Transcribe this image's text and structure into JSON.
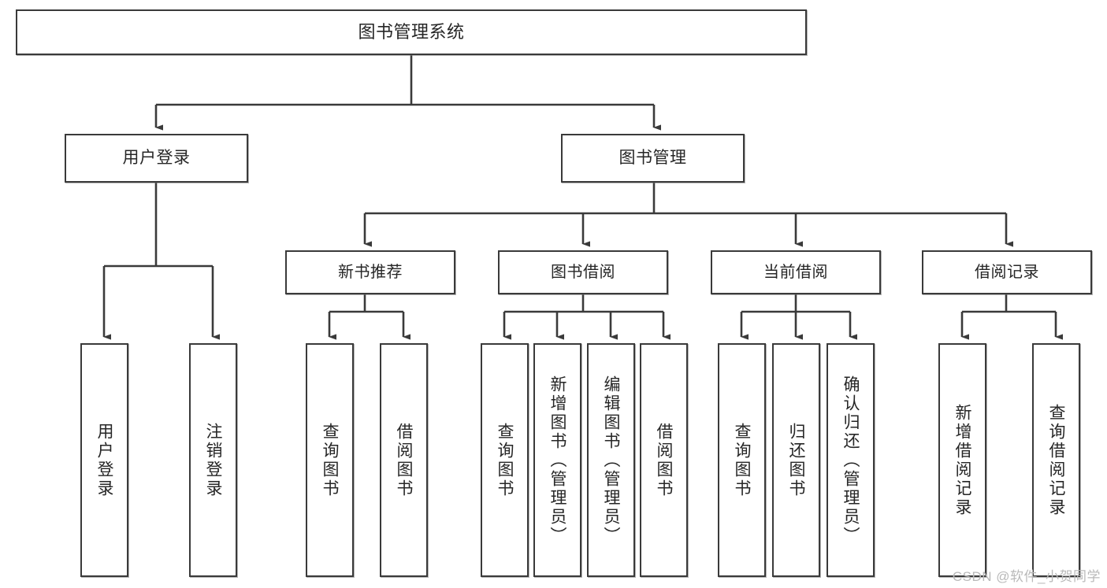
{
  "diagram": {
    "title": "图书管理系统",
    "type": "tree-hierarchy-chart",
    "root": {
      "label": "图书管理系统"
    },
    "level1": [
      {
        "id": "user-login",
        "label": "用户登录"
      },
      {
        "id": "book-management",
        "label": "图书管理"
      }
    ],
    "level2": [
      {
        "id": "new-book-recommend",
        "label": "新书推荐"
      },
      {
        "id": "book-borrow",
        "label": "图书借阅"
      },
      {
        "id": "current-borrow",
        "label": "当前借阅"
      },
      {
        "id": "borrow-record",
        "label": "借阅记录"
      }
    ],
    "leaves": {
      "user_login": [
        {
          "id": "leaf-user-login",
          "label": "用户登录"
        },
        {
          "id": "leaf-logout-login",
          "label": "注销登录"
        }
      ],
      "new_book_recommend": [
        {
          "id": "leaf-query-book-1",
          "label": "查询图书"
        },
        {
          "id": "leaf-borrow-book-1",
          "label": "借阅图书"
        }
      ],
      "book_borrow": [
        {
          "id": "leaf-query-book-2",
          "label": "查询图书"
        },
        {
          "id": "leaf-add-book",
          "label": "新增图书（管理员）"
        },
        {
          "id": "leaf-edit-book",
          "label": "编辑图书（管理员）"
        },
        {
          "id": "leaf-borrow-book-2",
          "label": "借阅图书"
        }
      ],
      "current_borrow": [
        {
          "id": "leaf-query-book-3",
          "label": "查询图书"
        },
        {
          "id": "leaf-return-book",
          "label": "归还图书"
        },
        {
          "id": "leaf-confirm-return",
          "label": "确认归还（管理员）"
        }
      ],
      "borrow_record": [
        {
          "id": "leaf-add-record",
          "label": "新增借阅记录"
        },
        {
          "id": "leaf-query-record",
          "label": "查询借阅记录"
        }
      ]
    }
  },
  "watermark": {
    "text": "CSDN @软件_小贺同学"
  },
  "colors": {
    "border": "#3a3a3a",
    "text": "#262626",
    "background": "#ffffff",
    "watermark": "#b9b9b9"
  }
}
